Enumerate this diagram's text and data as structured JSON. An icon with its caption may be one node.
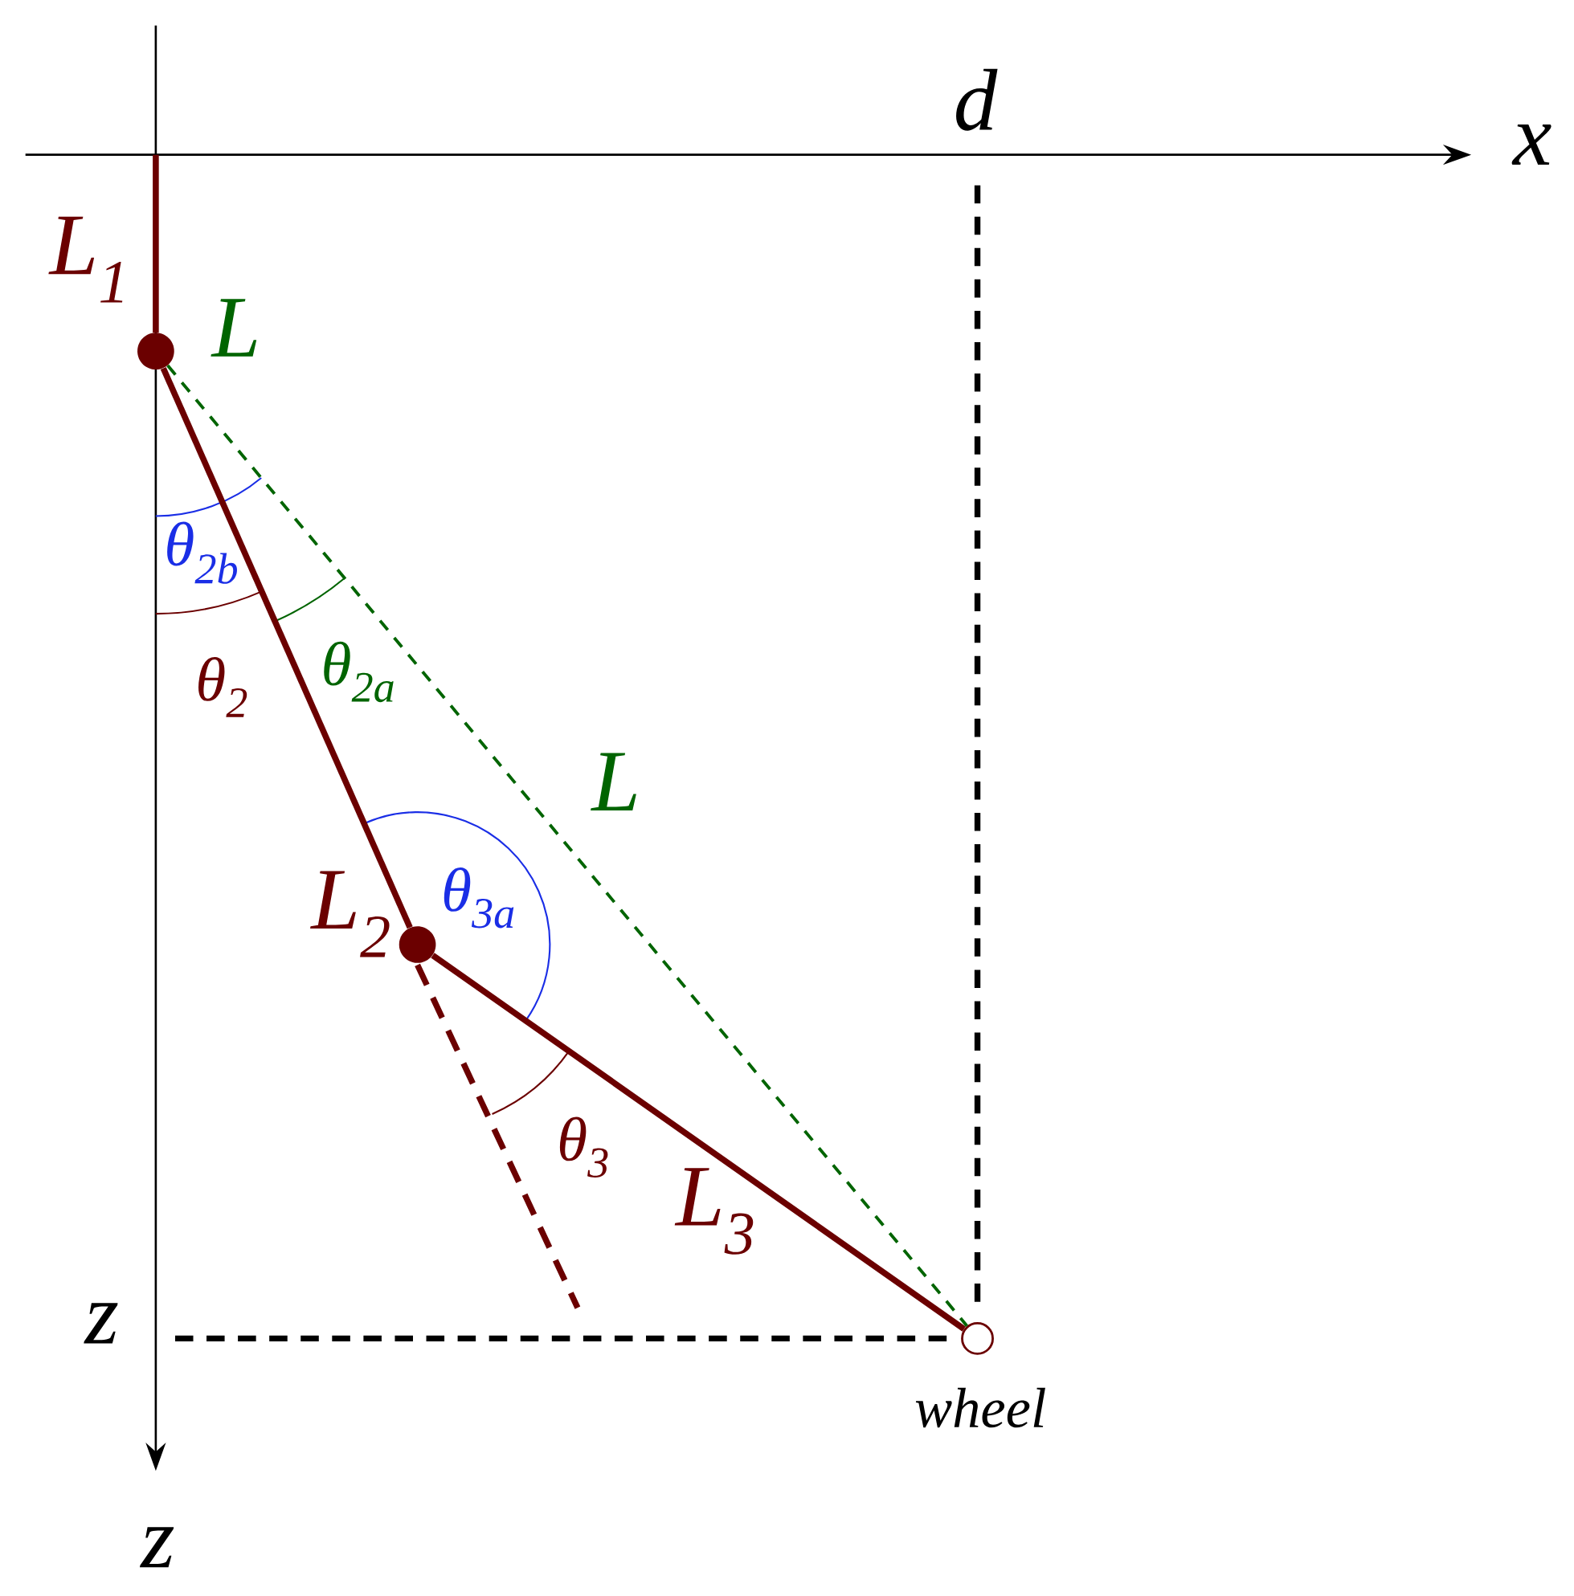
{
  "diagram": {
    "nodes": [
      {
        "text": [],
        "shape": "circle"
      },
      {
        "text": [],
        "shape": "circle"
      },
      {
        "text": [],
        "shape": "circle",
        "beside": [
          "wheel"
        ]
      }
    ],
    "edges": [
      {
        "from": null,
        "to": 0,
        "arrow": "none",
        "label": "L$_{1}$"
      },
      {
        "from": 0,
        "to": 1,
        "arrow": "none",
        "label": "L$_{2}$"
      },
      {
        "from": 1,
        "to": 2,
        "arrow": "none",
        "label": "L$_{3}$"
      },
      {
        "from": 0,
        "to": 2,
        "arrow": "none",
        "label": "L",
        "style": "dashed",
        "color": "#006400"
      }
    ],
    "labels": [
      "d",
      "x",
      "L",
      "θ$_{2b}$",
      "θ$_{2}$",
      "θ$_{2a}$",
      "θ$_{3a}$",
      "θ$_{3}$",
      "z",
      "z"
    ]
  }
}
